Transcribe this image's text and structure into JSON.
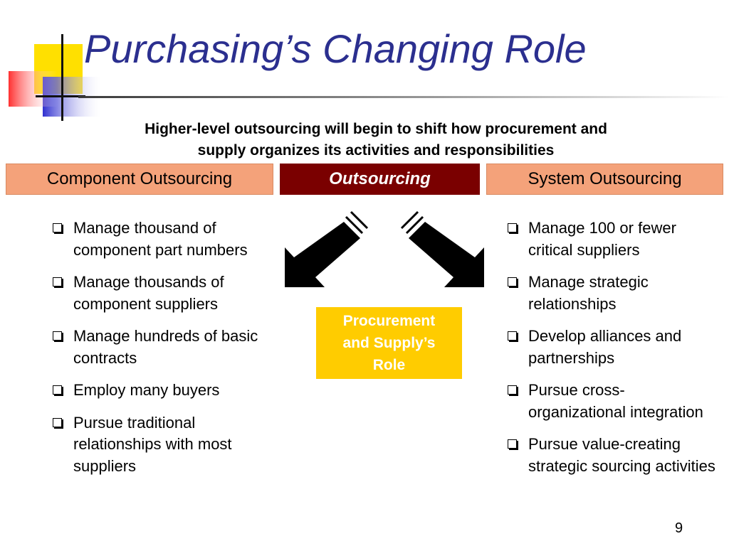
{
  "slide": {
    "title": "Purchasing’s Changing Role",
    "subtitle_line1": "Higher-level outsourcing will begin to shift how procurement and",
    "subtitle_line2": "supply organizes its activities and responsibilities",
    "page_number": "9"
  },
  "boxes": {
    "left": "Component Outsourcing",
    "center": "Outsourcing",
    "right": "System Outsourcing"
  },
  "role_box": {
    "line1": "Procurement",
    "line2": "and Supply’s",
    "line3": "Role"
  },
  "left_list": [
    "Manage thousand of component part numbers",
    "Manage thousands of component suppliers",
    "Manage hundreds of basic contracts",
    "Employ many buyers",
    "Pursue traditional relationships with most suppliers"
  ],
  "right_list": [
    "Manage 100 or fewer critical suppliers",
    "Manage strategic relationships",
    "Develop alliances and partnerships",
    "Pursue cross-organizational integration",
    "Pursue value-creating strategic sourcing activities"
  ],
  "colors": {
    "title": "#2b2f8f",
    "side_box": "#f4a27a",
    "center_box": "#7a0000",
    "role_box": "#ffcc00"
  }
}
